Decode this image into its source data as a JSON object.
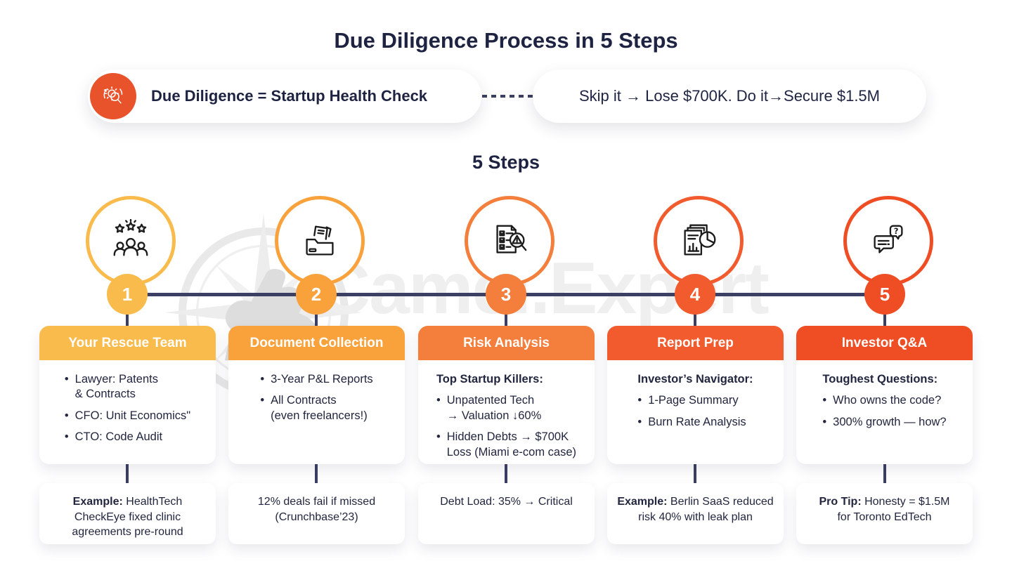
{
  "title": "Due Diligence Process in 5 Steps",
  "subtitle": "5 Steps",
  "watermark": "Camel.Expert",
  "colors": {
    "navy": "#1E2342",
    "timeline_line": "#3B3F63",
    "pill_icon_bg": "#E8532C",
    "watermark_gray": "#EFEFEF"
  },
  "callouts": {
    "left": {
      "icon": "gear-magnifier-icon",
      "text": "Due Diligence = Startup Health Check"
    },
    "right": {
      "text": "Skip it → Lose $700K. Do it→Secure $1.5M"
    }
  },
  "steps": [
    {
      "number": "1",
      "icon": "team-icon",
      "accent": "#F9BB4B",
      "header": "Your Rescue Team",
      "lead": "",
      "bullets": [
        "Lawyer: Patents\n& Contracts",
        "CFO: Unit Economics\"",
        "CTO: Code Audit"
      ],
      "footer": {
        "bold": "Example:",
        "text": " HealthTech\nCheckEye fixed clinic\nagreements pre-round"
      }
    },
    {
      "number": "2",
      "icon": "document-folder-icon",
      "accent": "#F9A23C",
      "header": "Document Collection",
      "lead": "",
      "bullets": [
        "3-Year P&L Reports",
        "All Contracts\n(even freelancers!)"
      ],
      "footer": {
        "bold": "",
        "text": "12% deals fail if missed\n(Crunchbase’23)"
      }
    },
    {
      "number": "3",
      "icon": "risk-checklist-icon",
      "accent": "#F47E3B",
      "header": "Risk Analysis",
      "lead": "Top Startup Killers:",
      "bullets": [
        "Unpatented Tech\n→ Valuation ↓60%",
        "Hidden Debts → $700K\nLoss (Miami e-com case)"
      ],
      "footer": {
        "bold": "",
        "text": "Debt Load: 35% → Critical"
      }
    },
    {
      "number": "4",
      "icon": "report-piechart-icon",
      "accent": "#F15B2D",
      "header": "Report Prep",
      "lead": "Investor’s Navigator:",
      "bullets": [
        "1-Page Summary",
        "Burn Rate Analysis"
      ],
      "footer": {
        "bold": "Example:",
        "text": " Berlin SaaS reduced\nrisk 40% with leak plan"
      }
    },
    {
      "number": "5",
      "icon": "qa-chat-icon",
      "accent": "#EF4E25",
      "header": "Investor Q&A",
      "lead": "Toughest Questions:",
      "bullets": [
        "Who owns the code?",
        "300% growth — how?"
      ],
      "footer": {
        "bold": "Pro Tip:",
        "text": " Honesty = $1.5M\nfor Toronto EdTech"
      }
    }
  ]
}
